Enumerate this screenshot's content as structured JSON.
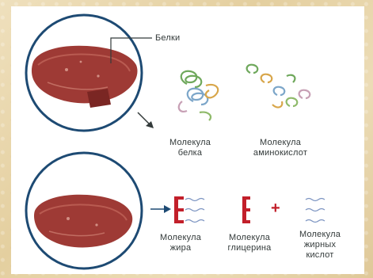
{
  "labels": {
    "proteins": "Белки",
    "protein_molecule": [
      "Молекула",
      "белка"
    ],
    "amino_acid_molecule": [
      "Молекула",
      "аминокислот"
    ],
    "fat_molecule": [
      "Молекула",
      "жира"
    ],
    "glycerol_molecule": [
      "Молекула",
      "глицерина"
    ],
    "fatty_acid_molecule": [
      "Молекула",
      "жирных",
      "кислот"
    ],
    "plus": "+"
  },
  "colors": {
    "background": "#ead9b4",
    "panel": "#ffffff",
    "circle_stroke": "#1d4a73",
    "meat": "#9e3a35",
    "fat_red": "#c21f2a",
    "wave_blue": "#7d95c2",
    "text": "#333a3a"
  },
  "icons": [
    "meat-icon",
    "protein-coil-icon",
    "amino-acid-coil-icon",
    "glycerol-icon",
    "fatty-acid-waves-icon",
    "arrow-icon"
  ]
}
